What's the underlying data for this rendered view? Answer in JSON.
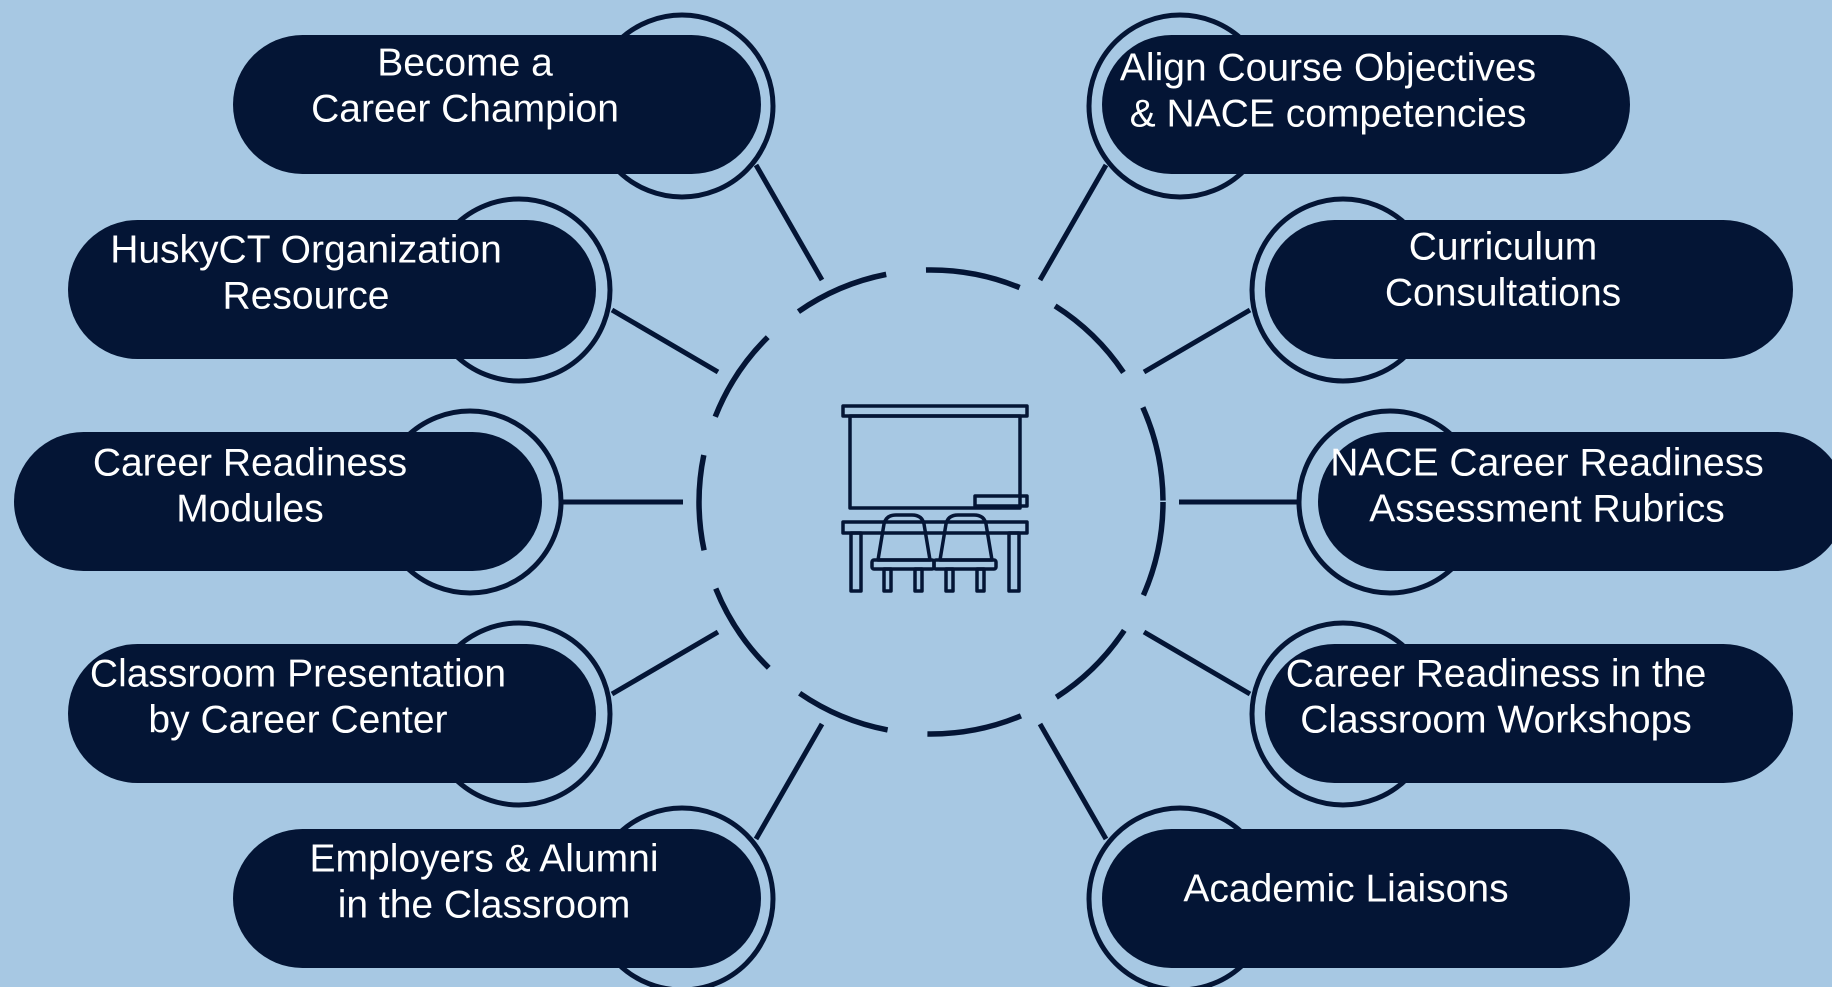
{
  "colors": {
    "background": "#a7c8e3",
    "node_fill": "#041535",
    "ring_outline": "#041535",
    "text": "#ffffff"
  },
  "center": {
    "icon": "classroom-icon"
  },
  "nodes": [
    {
      "key": "become-career-champion",
      "lines": [
        "Become a",
        "Career Champion"
      ]
    },
    {
      "key": "huskyct-organization-resource",
      "lines": [
        "HuskyCT Organization",
        "Resource"
      ]
    },
    {
      "key": "career-readiness-modules",
      "lines": [
        "Career Readiness",
        "Modules"
      ]
    },
    {
      "key": "classroom-presentation",
      "lines": [
        "Classroom Presentation",
        "by Career Center"
      ]
    },
    {
      "key": "employers-alumni",
      "lines": [
        "Employers & Alumni",
        "in the Classroom"
      ]
    },
    {
      "key": "align-course-objectives",
      "lines": [
        "Align Course Objectives",
        "& NACE competencies"
      ]
    },
    {
      "key": "curriculum-consultations",
      "lines": [
        "Curriculum",
        "Consultations"
      ]
    },
    {
      "key": "nace-assessment-rubrics",
      "lines": [
        "NACE Career Readiness",
        "Assessment Rubrics"
      ]
    },
    {
      "key": "career-readiness-workshops",
      "lines": [
        "Career Readiness in the",
        "Classroom Workshops"
      ]
    },
    {
      "key": "academic-liaisons",
      "lines": [
        "Academic Liaisons"
      ]
    }
  ]
}
